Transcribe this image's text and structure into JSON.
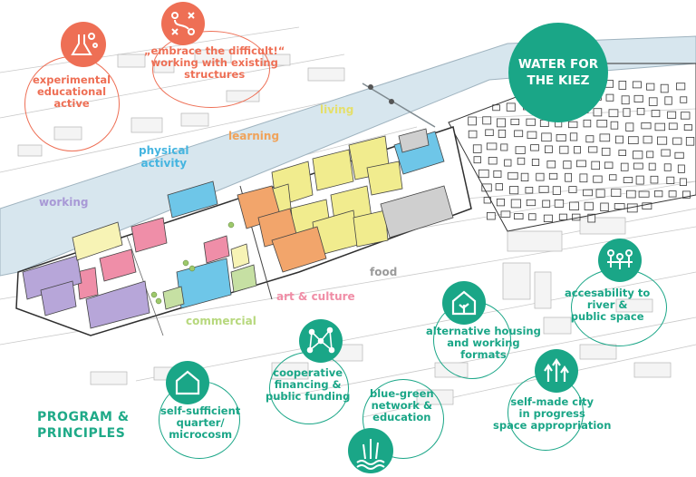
{
  "title": "WATER FOR THE KIEZ",
  "program_heading": [
    "PROGRAM &",
    "PRINCIPLES"
  ],
  "colors": {
    "teal": "#1aa687",
    "coral": "#ee6f55",
    "river": "#d7e6ee",
    "block_yellow": "#f1ec8e",
    "block_orange": "#f2a56b",
    "block_blue": "#6ec6e8",
    "block_pink": "#ef8ea8",
    "block_purple": "#b7a6d9",
    "block_green": "#c6e0a3",
    "block_grey": "#cfcfcf"
  },
  "zone_labels": [
    {
      "text": "living",
      "color": "#e5df6a"
    },
    {
      "text": "learning",
      "color": "#f0a35a"
    },
    {
      "text": "physical\nactivity",
      "color": "#45b5e0"
    },
    {
      "text": "working",
      "color": "#a899d6"
    },
    {
      "text": "food",
      "color": "#9a9a9a"
    },
    {
      "text": "art & culture",
      "color": "#f08da6"
    },
    {
      "text": "commercial",
      "color": "#b7d87d"
    }
  ],
  "principles": [
    {
      "id": "experimental",
      "text": "experimental\neducational\nactive",
      "color": "#ee6f55",
      "icon": "lab-flask-icon"
    },
    {
      "id": "difficult",
      "text": "„embrace the difficult!“\nworking with existing\nstructures",
      "color": "#ee6f55",
      "icon": "strategy-icon"
    },
    {
      "id": "accessibility",
      "text": "accesability to\nriver &\npublic space",
      "color": "#1aa687",
      "icon": "people-icon"
    },
    {
      "id": "housing",
      "text": "alternative housing\nand working\nformats",
      "color": "#1aa687",
      "icon": "house-icon"
    },
    {
      "id": "cooperative",
      "text": "cooperative\nfinancing &\npublic funding",
      "color": "#1aa687",
      "icon": "network-icon"
    },
    {
      "id": "self-sufficient",
      "text": "self-sufficient\nquarter/\nmicrocosm",
      "color": "#1aa687",
      "icon": "house-loop-icon"
    },
    {
      "id": "blue-green",
      "text": "blue-green\nnetwork &\neducation",
      "color": "#1aa687",
      "icon": "reed-water-icon"
    },
    {
      "id": "self-made",
      "text": "self-made city\nin progress\nspace appropriation",
      "color": "#1aa687",
      "icon": "growth-arrows-icon"
    }
  ]
}
